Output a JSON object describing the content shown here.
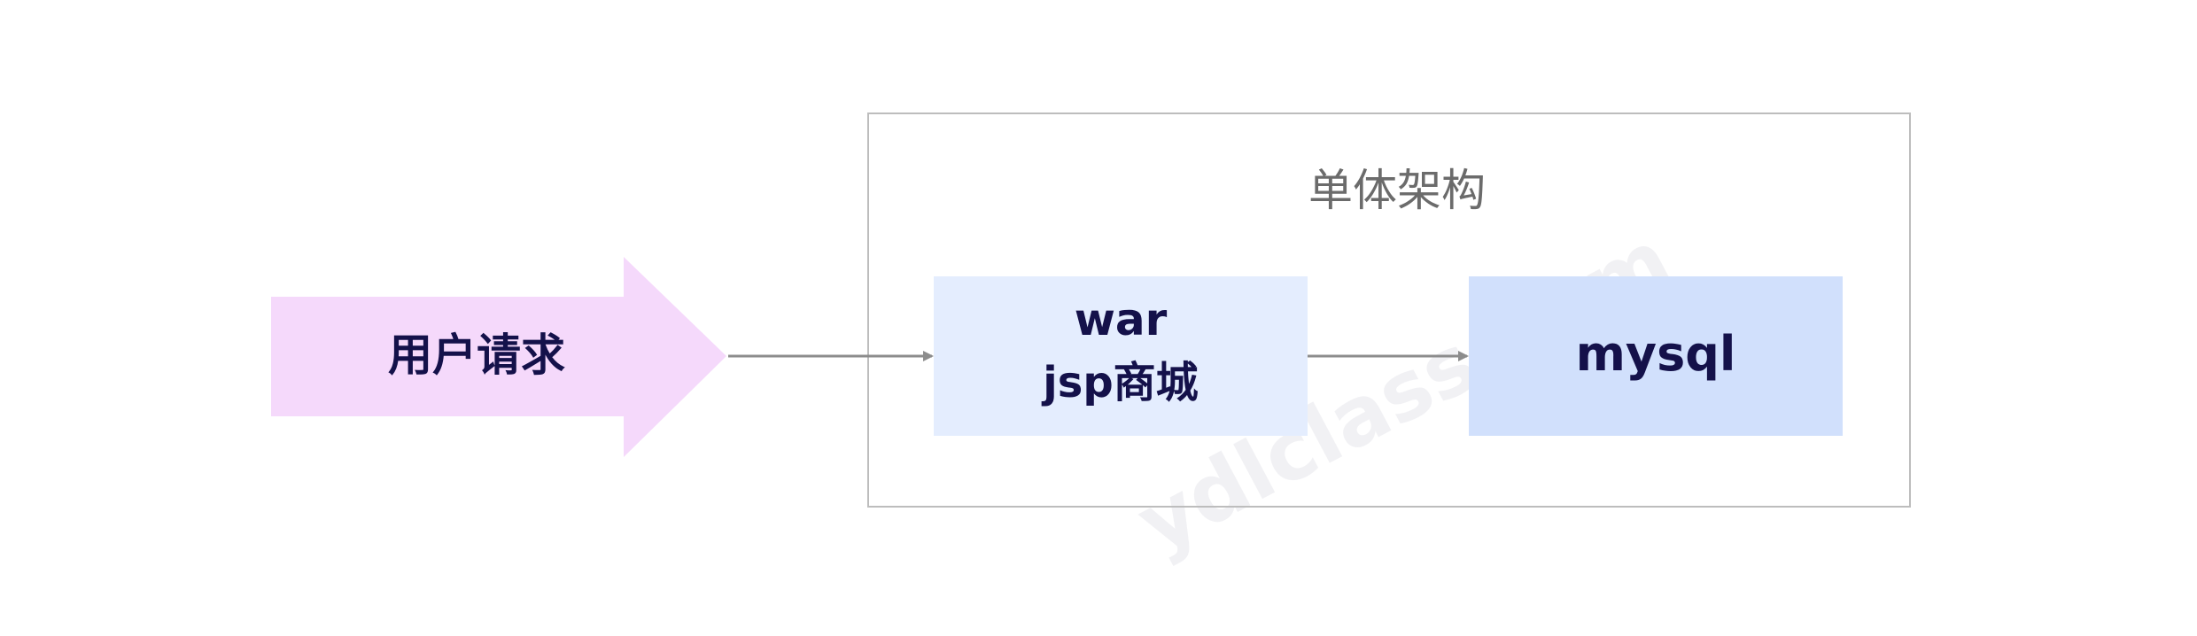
{
  "diagram": {
    "request_label": "用户请求",
    "container_title": "单体架构",
    "app_box": {
      "line1": "war",
      "line2": "jsp商城"
    },
    "db_box": {
      "label": "mysql"
    },
    "watermark": "ydlclass.com"
  },
  "colors": {
    "request_arrow_fill": "#f5d9fb",
    "app_box_fill": "#e4edfe",
    "db_box_fill": "#d1e0fc",
    "container_border": "#bdbdbd",
    "connector": "#8c8c8c",
    "label_text": "#14114a",
    "title_text": "#6b6b6b"
  }
}
